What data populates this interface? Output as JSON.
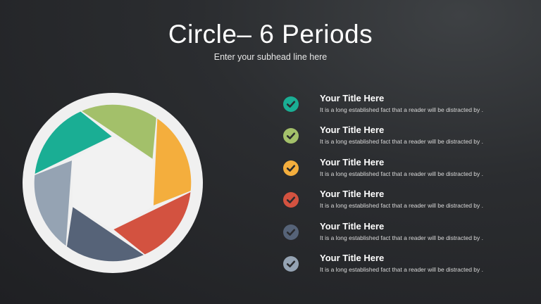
{
  "slide": {
    "title": "Circle– 6 Periods",
    "subhead": "Enter your subhead line here"
  },
  "diagram": {
    "ring_color": "#f0f0f0",
    "center_color": "#f2f2f2",
    "segments": [
      {
        "name": "teal",
        "color": "#1aae94"
      },
      {
        "name": "green",
        "color": "#a3c06a"
      },
      {
        "name": "orange",
        "color": "#f4ae3d"
      },
      {
        "name": "red",
        "color": "#d35240"
      },
      {
        "name": "slate",
        "color": "#566378"
      },
      {
        "name": "gray-blue",
        "color": "#95a3b3"
      }
    ]
  },
  "items": [
    {
      "title": "Your Title Here",
      "body": "It is a long established fact that a reader will be distracted by .",
      "color": "#1aae94",
      "icon": "check-circle-icon"
    },
    {
      "title": "Your Title Here",
      "body": "It is a long established fact that a reader will be distracted by .",
      "color": "#a3c06a",
      "icon": "check-circle-icon"
    },
    {
      "title": "Your Title Here",
      "body": "It is a long established fact that a reader will be distracted by .",
      "color": "#f4ae3d",
      "icon": "check-circle-icon"
    },
    {
      "title": "Your Title Here",
      "body": "It is a long established fact that a reader will be distracted by .",
      "color": "#d35240",
      "icon": "check-circle-icon"
    },
    {
      "title": "Your Title Here",
      "body": "It is a long established fact that a reader will be distracted by .",
      "color": "#566378",
      "icon": "check-circle-icon"
    },
    {
      "title": "Your Title Here",
      "body": "It is a long established fact that a reader will be distracted by .",
      "color": "#95a3b3",
      "icon": "check-circle-icon"
    }
  ]
}
